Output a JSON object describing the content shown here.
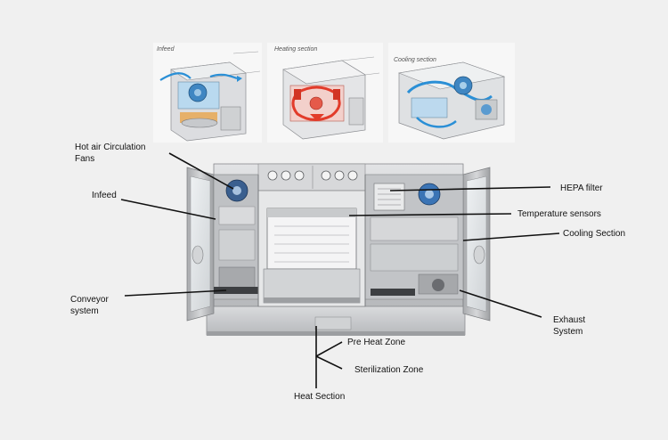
{
  "thumbnails": [
    {
      "title": "Infeed"
    },
    {
      "title": "Heating section"
    },
    {
      "title": "Cooling section"
    }
  ],
  "labels": {
    "hot_air_fans_line1": "Hot air Circulation",
    "hot_air_fans_line2": "Fans",
    "infeed": "Infeed",
    "conveyor_line1": "Conveyor",
    "conveyor_line2": "system",
    "hepa_filter": "HEPA filter",
    "temperature_sensors": "Temperature sensors",
    "cooling_section": "Cooling Section",
    "exhaust_line1": "Exhaust",
    "exhaust_line2": "System",
    "pre_heat_zone": "Pre Heat Zone",
    "sterilization_zone": "Sterilization Zone",
    "heat_section": "Heat Section"
  },
  "colors": {
    "background": "#f0f0f0",
    "machine_steel": "#c9cacc",
    "airflow_blue": "#2a8fd6",
    "heating_red": "#e23b2a",
    "pointer_line": "#111111"
  }
}
